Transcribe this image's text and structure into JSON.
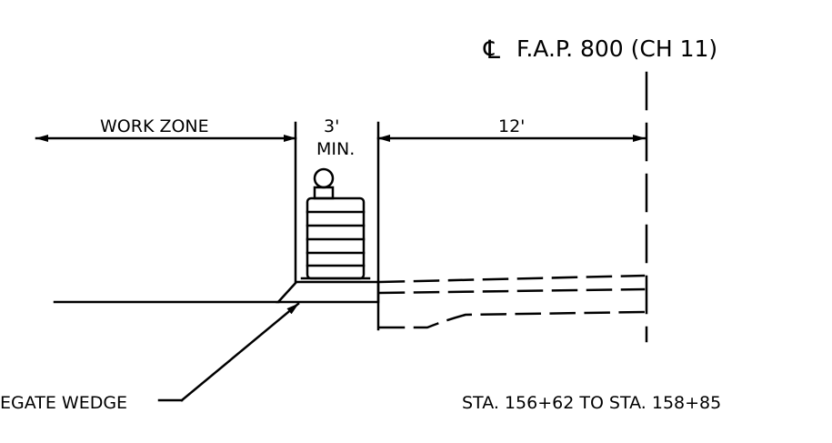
{
  "centerline": {
    "symbol": "℄",
    "label": "F.A.P. 800 (CH 11)"
  },
  "dimensions": {
    "work_zone": "WORK ZONE",
    "clearance": "3'",
    "clearance_note": "MIN.",
    "lane_width": "12'"
  },
  "callout": {
    "wedge_label": "EGATE WEDGE"
  },
  "station_note": "STA. 156+62 TO STA. 158+85"
}
